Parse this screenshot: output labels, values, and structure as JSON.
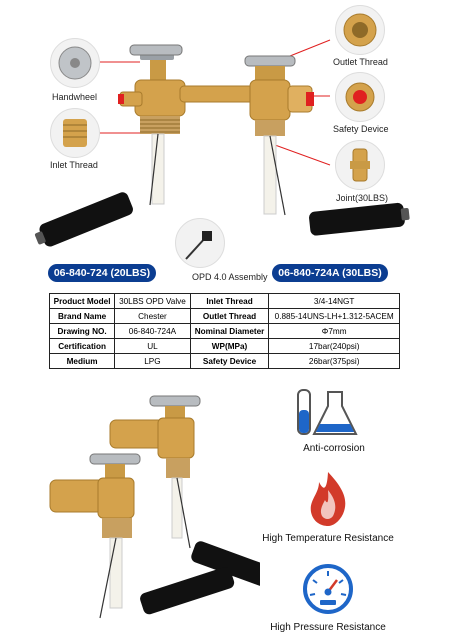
{
  "callouts": {
    "handwheel": "Handwheel",
    "inlet_thread": "Inlet Thread",
    "outlet_thread": "Outlet Thread",
    "safety_device": "Safety Device",
    "joint": "Joint(30LBS)",
    "opd": "OPD 4.0 Assembly"
  },
  "models": {
    "left": "06-840-724 (20LBS)",
    "right": "06-840-724A (30LBS)"
  },
  "spec_table": {
    "rows": [
      {
        "k1": "Product Model",
        "v1": "30LBS OPD Valve",
        "k2": "Inlet Thread",
        "v2": "3/4-14NGT"
      },
      {
        "k1": "Brand Name",
        "v1": "Chester",
        "k2": "Outlet Thread",
        "v2": "0.885-14UNS-LH+1.312-5ACEM"
      },
      {
        "k1": "Drawing NO.",
        "v1": "06-840-724A",
        "k2": "Nominal Diameter",
        "v2": "Φ7mm"
      },
      {
        "k1": "Certification",
        "v1": "UL",
        "k2": "WP(MPa)",
        "v2": "17bar(240psi)"
      },
      {
        "k1": "Medium",
        "v1": "LPG",
        "k2": "Safety Device",
        "v2": "26bar(375psi)"
      }
    ]
  },
  "features": {
    "anti_corrosion": "Anti-corrosion",
    "high_temperature": "High Temperature Resistance",
    "high_pressure": "High Pressure Resistance"
  },
  "colors": {
    "brand_blue": "#0b3d91",
    "brass": "#d4a24c",
    "callout_red": "#e02020"
  }
}
